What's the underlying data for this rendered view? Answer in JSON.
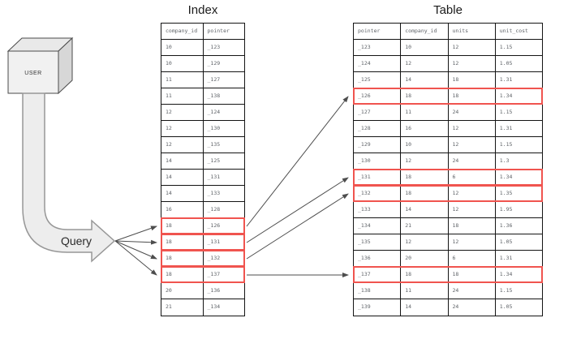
{
  "labels": {
    "user": "USER",
    "query": "Query"
  },
  "index": {
    "title": "Index",
    "columns": [
      "company_id",
      "pointer"
    ],
    "rows": [
      [
        "10",
        "_123"
      ],
      [
        "10",
        "_129"
      ],
      [
        "11",
        "_127"
      ],
      [
        "11",
        "_138"
      ],
      [
        "12",
        "_124"
      ],
      [
        "12",
        "_130"
      ],
      [
        "12",
        "_135"
      ],
      [
        "14",
        "_125"
      ],
      [
        "14",
        "_131"
      ],
      [
        "14",
        "_133"
      ],
      [
        "16",
        "_128"
      ],
      [
        "18",
        "_126"
      ],
      [
        "18",
        "_131"
      ],
      [
        "18",
        "_132"
      ],
      [
        "18",
        "_137"
      ],
      [
        "20",
        "_136"
      ],
      [
        "21",
        "_134"
      ]
    ],
    "highlighted_rows": [
      11,
      12,
      13,
      14
    ]
  },
  "table": {
    "title": "Table",
    "columns": [
      "pointer",
      "company_id",
      "units",
      "unit_cost"
    ],
    "rows": [
      [
        "_123",
        "10",
        "12",
        "1.15"
      ],
      [
        "_124",
        "12",
        "12",
        "1.05"
      ],
      [
        "_125",
        "14",
        "18",
        "1.31"
      ],
      [
        "_126",
        "18",
        "18",
        "1.34"
      ],
      [
        "_127",
        "11",
        "24",
        "1.15"
      ],
      [
        "_128",
        "16",
        "12",
        "1.31"
      ],
      [
        "_129",
        "10",
        "12",
        "1.15"
      ],
      [
        "_130",
        "12",
        "24",
        "1.3"
      ],
      [
        "_131",
        "18",
        "6",
        "1.34"
      ],
      [
        "_132",
        "18",
        "12",
        "1.35"
      ],
      [
        "_133",
        "14",
        "12",
        "1.95"
      ],
      [
        "_134",
        "21",
        "18",
        "1.36"
      ],
      [
        "_135",
        "12",
        "12",
        "1.05"
      ],
      [
        "_136",
        "20",
        "6",
        "1.31"
      ],
      [
        "_137",
        "18",
        "18",
        "1.34"
      ],
      [
        "_138",
        "11",
        "24",
        "1.15"
      ],
      [
        "_139",
        "14",
        "24",
        "1.05"
      ]
    ],
    "highlighted_rows": [
      3,
      8,
      9,
      14
    ]
  },
  "connections": {
    "query_to_index_rows": [
      11,
      12,
      13,
      14
    ],
    "index_to_table": [
      {
        "from": 11,
        "to": 3
      },
      {
        "from": 12,
        "to": 8
      },
      {
        "from": 13,
        "to": 9
      },
      {
        "from": 14,
        "to": 14
      }
    ]
  },
  "colors": {
    "highlight": "#f0544f",
    "table_border": "#141414",
    "arrow": "#4d4d4d",
    "cell_text": "#5f6368"
  }
}
